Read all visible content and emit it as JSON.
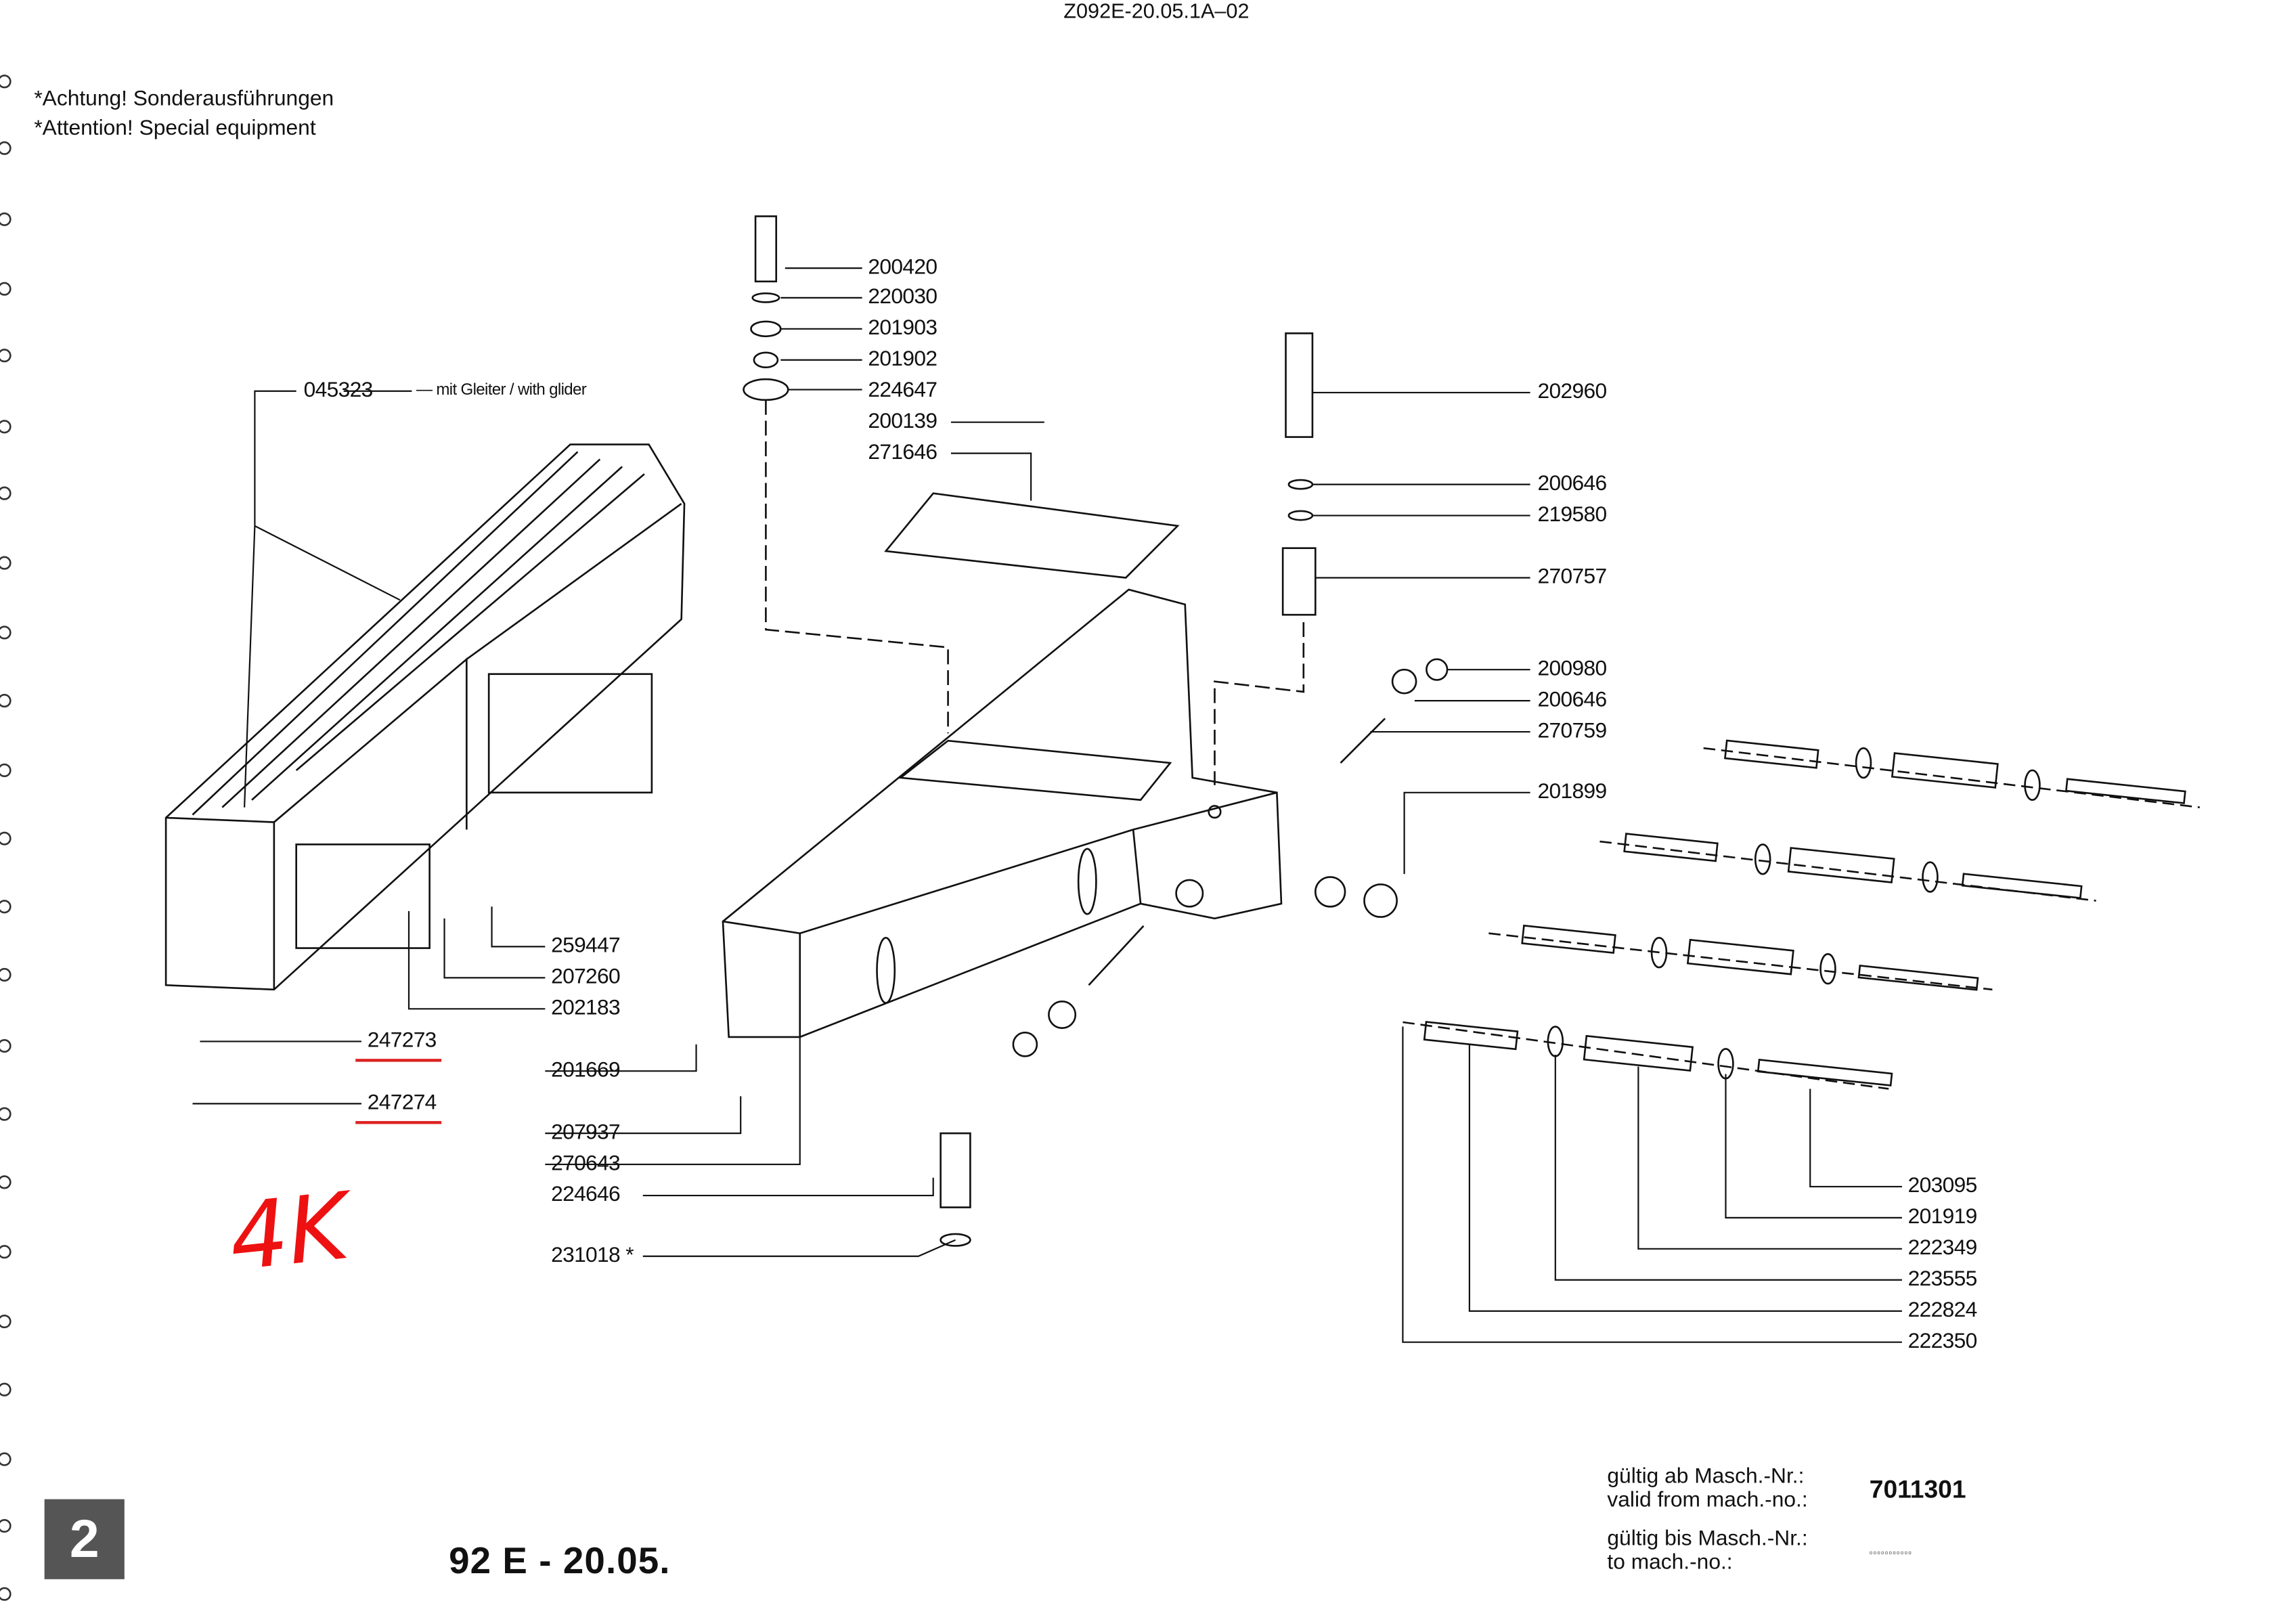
{
  "header": {
    "drawing_id": "Z092E-20.05.1A–02"
  },
  "notes": [
    "*Achtung! Sonderausführungen",
    "*Attention! Special equipment"
  ],
  "assembly": {
    "number": "045323",
    "description": "— mit Gleiter / with glider"
  },
  "parts_top": [
    "200420",
    "220030",
    "201903",
    "201902",
    "224647",
    "200139",
    "271646"
  ],
  "parts_right": [
    "202960",
    "200646",
    "219580",
    "270757",
    "200980",
    "200646",
    "270759",
    "201899"
  ],
  "parts_left": [
    "259447",
    "207260",
    "202183",
    "201669",
    "207937",
    "270643",
    "224646",
    "231018 *"
  ],
  "parts_marked": [
    "247273",
    "247274"
  ],
  "parts_bottom_right": [
    "203095",
    "201919",
    "222349",
    "223555",
    "222824",
    "222350"
  ],
  "handwritten_note": "4K",
  "footer": {
    "page_number": "2",
    "section_code": "92 E - 20.05.",
    "valid_from_de": "gültig ab Masch.-Nr.:",
    "valid_from_en": "valid from mach.-no.:",
    "valid_from_value": "7011301",
    "valid_to_de": "gültig bis Masch.-Nr.:",
    "valid_to_en": "to mach.-no.:",
    "valid_to_value": "▫▫▫▫▫▫▫▫▫▫▫"
  },
  "colors": {
    "ink": "#111111",
    "annotation": "#dd2222",
    "page_box": "#555555"
  }
}
